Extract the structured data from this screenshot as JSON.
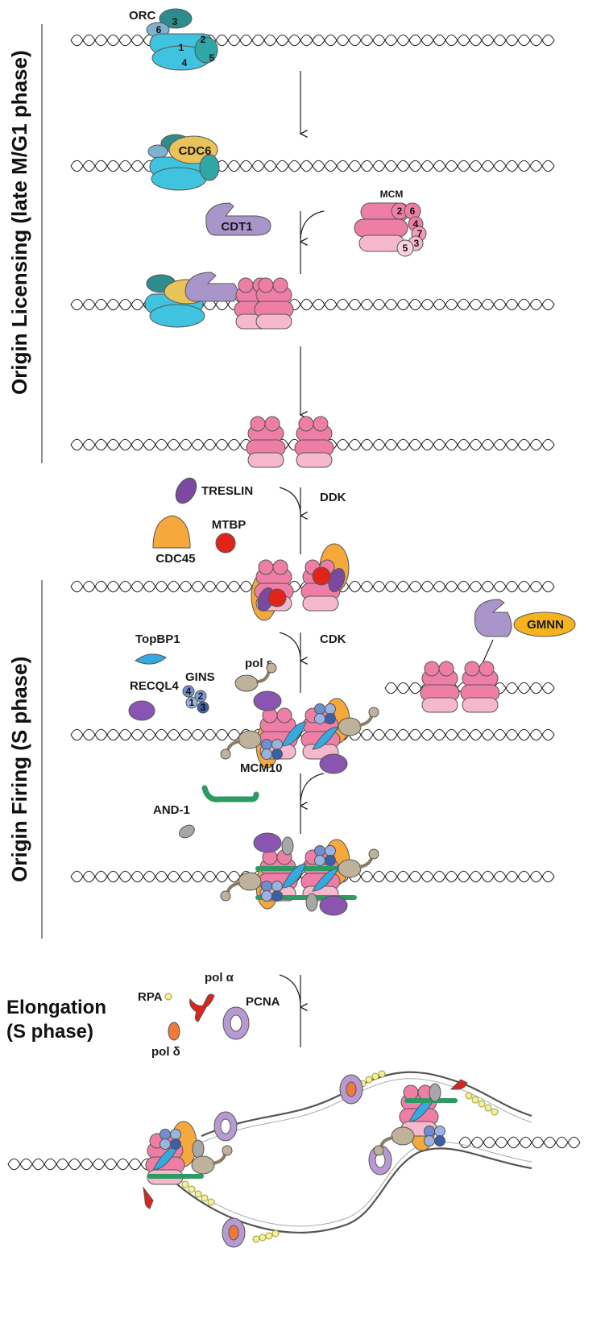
{
  "phases": {
    "licensing": "Origin Licensing (late M/G1 phase)",
    "firing": "Origin Firing (S phase)",
    "elongation_line1": "Elongation",
    "elongation_line2": "(S phase)"
  },
  "labels": {
    "orc": "ORC",
    "cdc6": "CDC6",
    "cdt1": "CDT1",
    "mcm": "MCM",
    "treslin": "TRESLIN",
    "mtbp": "MTBP",
    "cdc45": "CDC45",
    "ddk": "DDK",
    "topbp1": "TopBP1",
    "pol_e": "pol ε",
    "gins": "GINS",
    "recql4": "RECQL4",
    "cdk": "CDK",
    "gmnn": "GMNN",
    "mcm10": "MCM10",
    "and1": "AND-1",
    "rpa": "RPA",
    "pol_a": "pol α",
    "pcna": "PCNA",
    "pol_d": "pol δ"
  },
  "subunits": {
    "orc": [
      "1",
      "2",
      "3",
      "4",
      "5",
      "6"
    ],
    "mcm": [
      "2",
      "6",
      "4",
      "7",
      "3",
      "5"
    ],
    "gins": [
      "4",
      "2",
      "1",
      "3"
    ]
  },
  "colors": {
    "orc": "#3fc3de",
    "orc_dark": "#2e8d8c",
    "cdc6": "#e8c35a",
    "cdt1": "#a995c9",
    "mcm": "#ef7ea6",
    "mcm_light": "#f6b8cd",
    "treslin": "#7b4aa0",
    "mtbp": "#e2231a",
    "cdc45": "#f5a93c",
    "gins": "#5b7fc0",
    "pol_e": "#bfb29a",
    "recql4": "#8a55b0",
    "topbp1": "#36a9e1",
    "gmnn": "#f5b41d",
    "mcm10": "#2e9a63",
    "and1": "#a7a7a7",
    "rpa": "#f4ef9a",
    "pol_a": "#d9261c",
    "pcna": "#b79ad2",
    "pol_d": "#f07a3a"
  }
}
